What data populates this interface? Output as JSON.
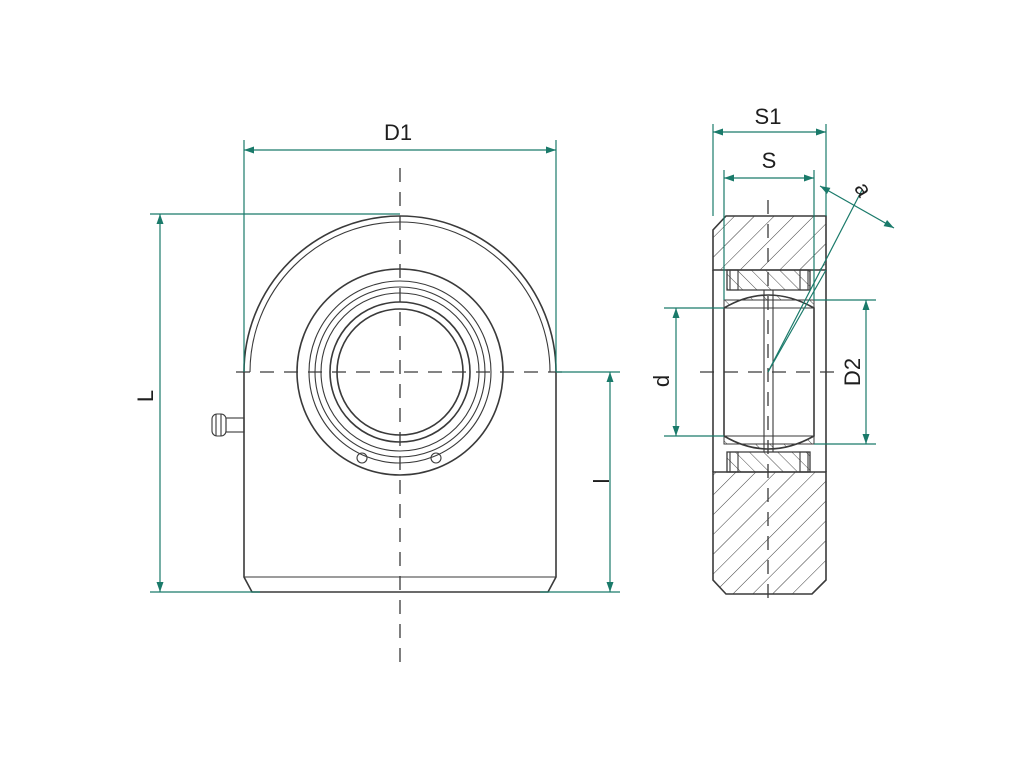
{
  "colors": {
    "dimension": "#1a7a6a",
    "outline": "#3a3a3a",
    "background": "#ffffff"
  },
  "labels": {
    "D1": "D1",
    "L": "L",
    "l": "l",
    "S1": "S1",
    "S": "S",
    "a": "a",
    "d": "d",
    "D2": "D2"
  }
}
